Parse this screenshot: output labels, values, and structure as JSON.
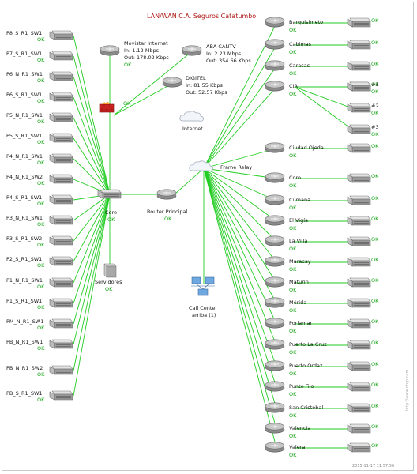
{
  "title": "LAN/WAN C.A. Seguros Catatumbo",
  "footer": "2015-11-17 11:57:56",
  "watermark": "http://www.ntop.com",
  "status_ok": "OK",
  "colors": {
    "link": "#22cc22",
    "ok": "#1aa51a",
    "title": "#b01818",
    "firewall": "#cc2222"
  },
  "left_switches": [
    {
      "label": "P8_S_R1_SW1"
    },
    {
      "label": "P7_S_R1_SW1"
    },
    {
      "label": "P6_N_R1_SW1"
    },
    {
      "label": "P6_S_R1_SW1"
    },
    {
      "label": "P5_N_R1_SW1"
    },
    {
      "label": "P5_S_R1_SW1"
    },
    {
      "label": "P4_N_R1_SW1"
    },
    {
      "label": "P4_N_R1_SW2"
    },
    {
      "label": "P4_S_R1_SW1"
    },
    {
      "label": "P3_N_R1_SW1"
    },
    {
      "label": "P3_S_R1_SW2"
    },
    {
      "label": "P2_S_R1_SW1"
    },
    {
      "label": "P1_N_R1_SW1"
    },
    {
      "label": "P1_S_R1_SW1"
    },
    {
      "label": "PM_N_R1_SW1"
    },
    {
      "label": "PB_N_R1_SW1"
    },
    {
      "label": "PB_N_R1_SW2"
    },
    {
      "label": "PB_S_R1_SW1"
    }
  ],
  "core": {
    "label": "Core",
    "status": "OK"
  },
  "servers": {
    "label": "Servidores",
    "status": "OK"
  },
  "router_principal": {
    "label": "Router Principal",
    "status": "OK"
  },
  "firewall": {
    "status": "OK"
  },
  "isps": [
    {
      "name": "Movistar Internet",
      "in": "In: 1.12 Mbps",
      "out": "Out: 178.02 Kbps",
      "status": "OK"
    },
    {
      "name": "ABA CANTV",
      "in": "In: 2.23 Mbps",
      "out": "Out: 354.66 Kbps"
    },
    {
      "name": "DIGITEL",
      "in": "In: 81.55 Kbps",
      "out": "Out: 52.57 Kbps"
    }
  ],
  "internet": {
    "label": "Internet"
  },
  "frame_relay": {
    "label": "Frame Relay"
  },
  "call_center": {
    "label": "Call Center",
    "sub": "arriba (1)"
  },
  "sites": [
    {
      "label": "Barquisimeto",
      "status": "OK"
    },
    {
      "label": "Cabimas",
      "status": "OK"
    },
    {
      "label": "Caracas",
      "status": "OK"
    },
    {
      "label": "CIA",
      "status": "OK"
    },
    {
      "label": "Ciudad Ojeda",
      "status": "OK"
    },
    {
      "label": "Coro",
      "status": "OK"
    },
    {
      "label": "Cumaná",
      "status": "OK"
    },
    {
      "label": "El Vigía",
      "status": "OK"
    },
    {
      "label": "La Villa",
      "status": "OK"
    },
    {
      "label": "Maracay",
      "status": "OK"
    },
    {
      "label": "Maturín",
      "status": "OK"
    },
    {
      "label": "Mérida",
      "status": "OK"
    },
    {
      "label": "Porlamar",
      "status": "OK"
    },
    {
      "label": "Puerto La Cruz",
      "status": "OK"
    },
    {
      "label": "Puerto Ordaz",
      "status": "OK"
    },
    {
      "label": "Punto Fijo",
      "status": "OK"
    },
    {
      "label": "San Cristóbal",
      "status": "OK"
    },
    {
      "label": "Valencia",
      "status": "OK"
    },
    {
      "label": "Valera",
      "status": "OK"
    }
  ],
  "cia_switches": [
    {
      "label": "#1",
      "status": "OK"
    },
    {
      "label": "#2",
      "status": "OK"
    },
    {
      "label": "#3",
      "status": "OK"
    }
  ]
}
